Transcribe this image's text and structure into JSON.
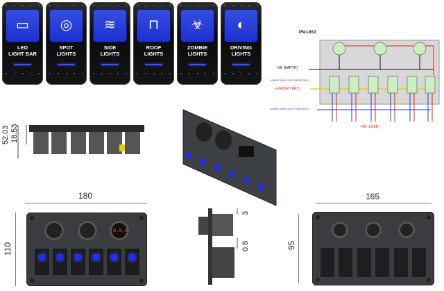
{
  "switches": [
    {
      "label_line1": "LED",
      "label_line2": "LIGHT BAR",
      "icon": "led-light-bar-icon",
      "glyph": "▭"
    },
    {
      "label_line1": "SPOT",
      "label_line2": "LIGHTS",
      "icon": "spot-lights-icon",
      "glyph": "◎"
    },
    {
      "label_line1": "SIDE",
      "label_line2": "LIGHTS",
      "icon": "side-lights-icon",
      "glyph": "≋"
    },
    {
      "label_line1": "ROOF",
      "label_line2": "LIGHTS",
      "icon": "roof-lights-icon",
      "glyph": "⊓"
    },
    {
      "label_line1": "ZOMBIE",
      "label_line2": "LIGHTS",
      "icon": "zombie-biohazard-icon",
      "glyph": "☣"
    },
    {
      "label_line1": "DRIVING",
      "label_line2": "LIGHTS",
      "icon": "driving-lights-icon",
      "glyph": "◐"
    }
  ],
  "wiring": {
    "part_number": "PN-L6S3",
    "ve_earth": "-VE (EARTH)",
    "lower_dash_neg": "LOWER DASH LIGHT NEGATIVE(-)",
    "ve_battery": "+VE(BATTERY)",
    "lower_dash_pos": "LOWER DASH LIGHT POSITIVE(+)",
    "ve_load": "+VE (LOAD)"
  },
  "dimensions": {
    "side_height_outer": "52.03",
    "side_height_inner": "18.53",
    "front_width": "180",
    "front_height": "110",
    "profile_top": "3",
    "profile_mid": "0.8",
    "back_width": "165",
    "back_height": "95"
  },
  "voltmeter_display": "8.8.8",
  "colors": {
    "switch_blue": "#1e2cff",
    "wire_red": "#e02020",
    "wire_blue": "#1a3fd0",
    "wire_black": "#111111",
    "wire_yellow": "#e0d000"
  }
}
